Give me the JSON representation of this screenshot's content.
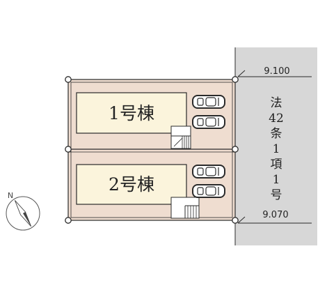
{
  "buildings": [
    {
      "label": "1号棟"
    },
    {
      "label": "2号棟"
    }
  ],
  "road": {
    "label_chars": [
      "法",
      "42",
      "条",
      "1",
      "項",
      "1",
      "号"
    ],
    "width_top": "9.100",
    "width_bottom": "9.070"
  },
  "compass": {
    "north_label": "N"
  },
  "colors": {
    "lot": "#efddd0",
    "building": "#fbf4dc",
    "road": "#d7d7d7",
    "line": "#2a2a2a"
  }
}
